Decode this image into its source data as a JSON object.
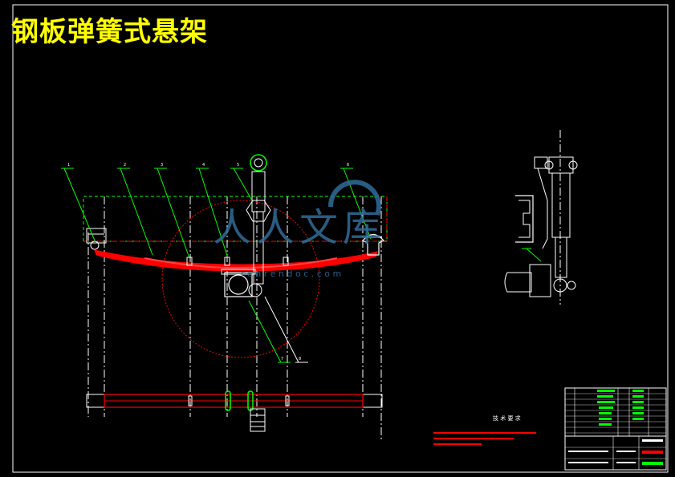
{
  "title": "钢板弹簧式悬架",
  "watermark": {
    "name": "人人文库",
    "url": "r e n r e n d o c . c o m"
  },
  "callouts": [
    "1",
    "2",
    "3",
    "4",
    "5",
    "6",
    "7",
    "8"
  ],
  "tech_requirements": {
    "heading": "技 术 要 求"
  },
  "colors": {
    "spring": "#ff0000",
    "frame": "#ffffff",
    "leader": "#00ff00",
    "centerline": "#ffffff",
    "circle": "#ff0000",
    "title": "#ffff00",
    "watermark": "#2f6d9a"
  }
}
